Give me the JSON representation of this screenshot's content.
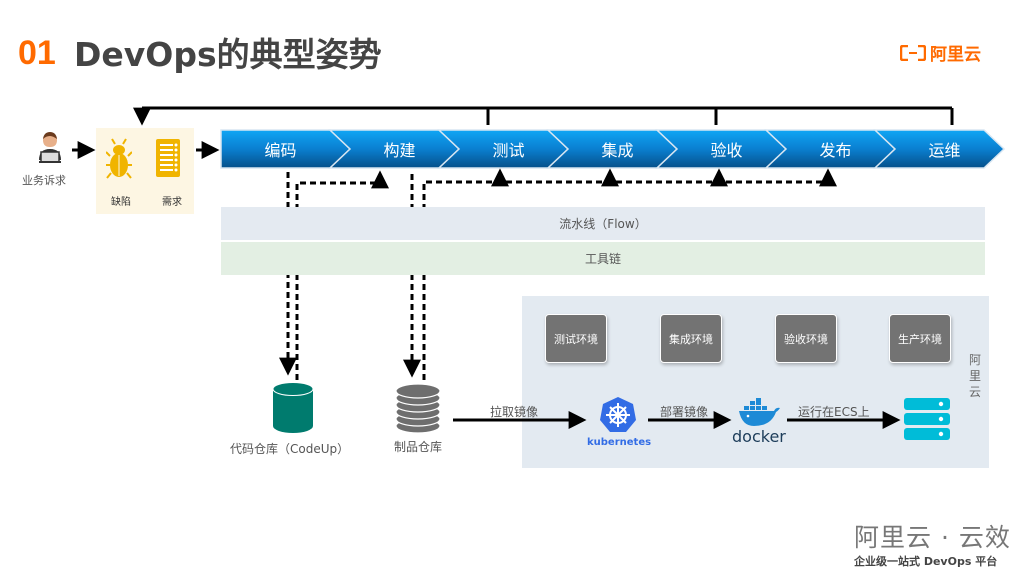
{
  "header": {
    "number": "01",
    "title": "DevOps的典型姿势",
    "logo_text": "阿里云",
    "accent_color": "#ff6a00"
  },
  "intake": {
    "person_label": "业务诉求",
    "defect_label": "缺陷",
    "requirement_label": "需求"
  },
  "stages": [
    "编码",
    "构建",
    "测试",
    "集成",
    "验收",
    "发布",
    "运维"
  ],
  "stage_color": "#0a7fd0",
  "bands": {
    "flow": "流水线（Flow）",
    "toolchain": "工具链"
  },
  "repos": {
    "code_repo": "代码仓库（CodeUp）",
    "artifact_repo": "制品仓库"
  },
  "cloud": {
    "label": "阿里云",
    "environments": [
      "测试环境",
      "集成环境",
      "验收环境",
      "生产环境"
    ],
    "pull_image": "拉取镜像",
    "deploy_image": "部署镜像",
    "run_on_ecs": "运行在ECS上",
    "kubernetes": "kubernetes",
    "docker": "docker"
  },
  "footer": {
    "brand": "阿里云 · 云效",
    "tagline": "企业级一站式 DevOps 平台"
  }
}
